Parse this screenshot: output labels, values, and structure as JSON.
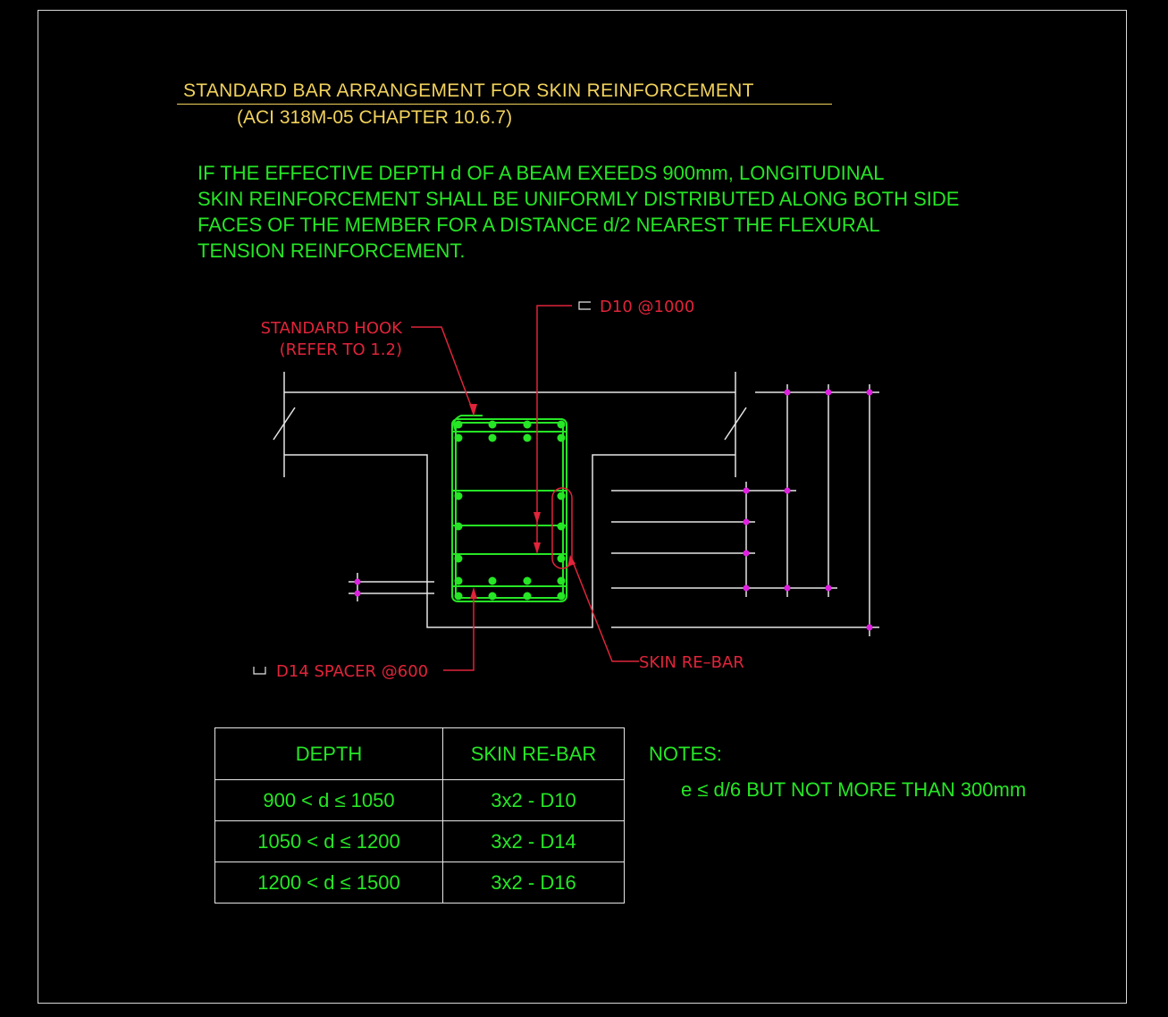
{
  "drawing": {
    "title": "STANDARD BAR ARRANGEMENT FOR SKIN REINFORCEMENT",
    "subtitle": "(ACI 318M-05 CHAPTER 10.6.7)",
    "paragraph_lines": [
      "IF THE EFFECTIVE DEPTH d OF A BEAM EXEEDS 900mm, LONGITUDINAL",
      "SKIN REINFORCEMENT SHALL BE UNIFORMLY DISTRIBUTED ALONG BOTH SIDE",
      "FACES OF THE MEMBER FOR A DISTANCE d/2 NEAREST THE FLEXURAL",
      "TENSION REINFORCEMENT."
    ]
  },
  "labels": {
    "hook_line1": "STANDARD  HOOK",
    "hook_line2": "(REFER  TO  1.2)",
    "stirrup": "D10  @1000",
    "spacer": "D14  SPACER  @600",
    "skin_rebar": "SKIN  RE–BAR"
  },
  "colors": {
    "frame": "#d8d8d8",
    "title": "#f2d25c",
    "text": "#26e626",
    "annotation": "#e0243a",
    "rebar": "#26e626",
    "dimension_point": "#e020e0",
    "concrete_outline": "#e6e6e6"
  },
  "table": {
    "headers": [
      "DEPTH",
      "SKIN RE-BAR"
    ],
    "rows": [
      [
        "900 < d ≤ 1050",
        "3x2 - D10"
      ],
      [
        "1050 < d ≤ 1200",
        "3x2 - D14"
      ],
      [
        "1200 < d ≤ 1500",
        "3x2 - D16"
      ]
    ]
  },
  "notes": {
    "title": "NOTES:",
    "body": "e ≤ d/6 BUT NOT MORE THAN 300mm"
  }
}
